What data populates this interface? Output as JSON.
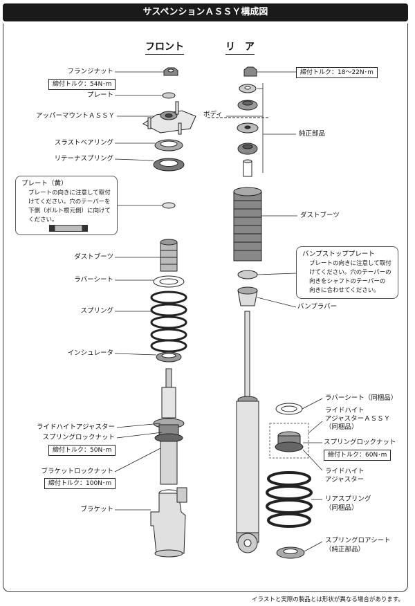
{
  "title": "サスペンションＡＳＳＹ構成図",
  "headers": {
    "front": "フロント",
    "rear": "リ　ア"
  },
  "front_labels": {
    "flange_nut": "フランジナット",
    "torque_flange": "締付トルク：54N･m",
    "plate": "プレート",
    "upper_mount": "アッパーマウントＡＳＳＹ",
    "thrust_bearing": "スラストベアリング",
    "retainer_spring": "リテーナスプリング",
    "dust_boots": "ダストブーツ",
    "rubber_sheet": "ラバーシート",
    "spring": "スプリング",
    "insulator": "インシュレータ",
    "ride_height_adjuster": "ライドハイトアジャスター",
    "spring_lock_nut": "スプリングロックナット",
    "torque_lock": "締付トルク：50N･m",
    "bracket_lock_nut": "ブラケットロックナット",
    "torque_bracket": "締付トルク：100N･m",
    "bracket": "ブラケット"
  },
  "front_note": {
    "title": "プレート（黄）",
    "lines": [
      "プレートの向きに注意して取付",
      "けてください。穴のテーパーを",
      "下側（ボルト根元側）に向けて",
      "ください。"
    ]
  },
  "rear_labels": {
    "torque_top": "締付トルク：18～22N･m",
    "body": "ボディ",
    "genuine_parts": "純正部品",
    "dust_boots": "ダストブーツ",
    "bump_rubber": "バンプラバー",
    "rubber_sheet": "ラバーシート（同梱品）",
    "ride_height_assy_1": "ライドハイト",
    "ride_height_assy_2": "アジャスターＡＳＳＹ",
    "ride_height_assy_3": "（同梱品）",
    "spring_lock_nut": "スプリングロックナット",
    "torque_lock": "締付トルク：60N･m",
    "ride_height_adjuster_1": "ライドハイト",
    "ride_height_adjuster_2": "アジャスター",
    "rear_spring_1": "リアスプリング",
    "rear_spring_2": "（同梱品）",
    "spring_lower_seat_1": "スプリングロアシート",
    "spring_lower_seat_2": "（純正部品）"
  },
  "rear_note": {
    "title": "バンプストッププレート",
    "lines": [
      "プレートの向きに注意して取付",
      "けてください。穴のテーパーの",
      "向きをシャフトのテーパーの",
      "向きに合わせてください。"
    ]
  },
  "footnote": "イラストと実際の製品とは形状が異なる場合があります。"
}
